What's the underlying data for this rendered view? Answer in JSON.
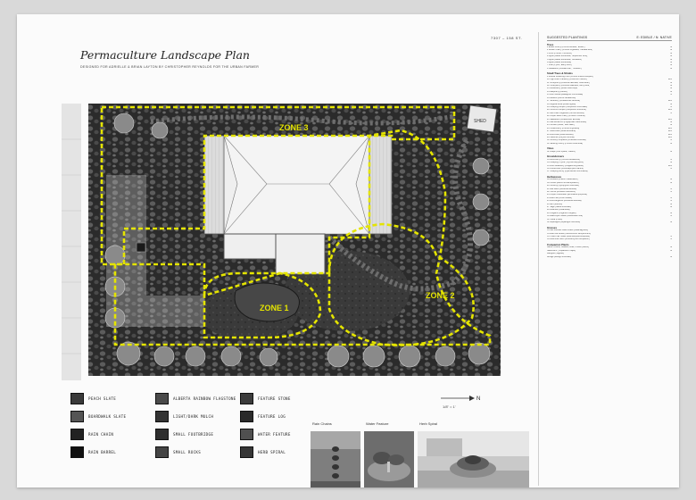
{
  "header": {
    "title": "Permaculture Landscape Plan",
    "subtitle": "DESIGNED FOR ADRIELLE & BRIAN LAYTON BY CHRISTOPHER REYNOLDS FOR THE URBAN FARMER",
    "address": "7307 – 158 ST."
  },
  "plan": {
    "zones": [
      "ZONE 1",
      "ZONE 2",
      "ZONE 3"
    ],
    "shed_label": "SHED"
  },
  "legend": {
    "items": [
      {
        "label": "PEACH SLATE"
      },
      {
        "label": "BOARDWALK SLATE"
      },
      {
        "label": "RAIN CHAIN"
      },
      {
        "label": "RAIN BARREL"
      },
      {
        "label": "ALBERTA RAINBOW FLAGSTONE"
      },
      {
        "label": "LIGHT/DARK MULCH"
      },
      {
        "label": "SMALL FOOTBRIDGE"
      },
      {
        "label": "SMALL ROCKS"
      },
      {
        "label": "FEATURE STONE"
      },
      {
        "label": "FEATURE LOG"
      },
      {
        "label": "WATER FEATURE"
      },
      {
        "label": "HERB SPIRAL"
      }
    ]
  },
  "scale": {
    "text": "1/8\" = 1'",
    "north": "N"
  },
  "photos": [
    "Rain Chains",
    "Water Feature",
    "Herb Spiral"
  ],
  "plantings": {
    "title": "SUGGESTED PLANTINGS",
    "legend": "E: EDIBLE / N: NATIVE",
    "categories": [
      {
        "name": "Trees",
        "items": [
          [
            "1  Evans Cherry (Prunus cerasus, 'Evans')",
            "E"
          ],
          [
            "2  Dream Cherry (Prunus virginiana, 'Canada Red')",
            "E"
          ],
          [
            "3  Plum (Prunus, 'Pembina')",
            "E"
          ],
          [
            "4  Apple (Malus domestica, 'September Ruby')",
            "E"
          ],
          [
            "5  Apple (Malus domestica, 'Goodland')",
            "E"
          ],
          [
            "6  Apple (Malus domestica)",
            "E"
          ],
          [
            "7  Pear (Pyrus, 'Early Gold')",
            "E"
          ],
          [
            "8  Saskatoon (Amelanchier, 'Thiessen')",
            "E"
          ]
        ]
      },
      {
        "name": "Small Trees & Shrubs",
        "items": [
          [
            "9  Double Flowering Plum (Prunus triloba multiplex)",
            ""
          ],
          [
            "10 High Bush Cranberry (Viburnum trilobum)",
            "E/N"
          ],
          [
            "11 Honeyberry (Lonicera caerulea, 'Blue Belle')",
            "E"
          ],
          [
            "12 Honeyberry (Lonicera caerulea, 'Berry Blue')",
            "E"
          ],
          [
            "13 Gooseberry (Ribes uva-crispa)",
            "E"
          ],
          [
            "14 Raspberry (Rubus)",
            "E"
          ],
          [
            "15 Wolf Willow (Elaeagnus commutata)",
            "N"
          ],
          [
            "16 Redbud (Cercis canadensis)",
            ""
          ],
          [
            "17 Juneberry (Amelanchier alnifolia)",
            "E/N"
          ],
          [
            "18 Rugosa Rose (Rosa rugosa)",
            "E"
          ],
          [
            "19 Creeping Juniper (Juniperus horizontalis)",
            "N"
          ],
          [
            "20 Common Juniper (Juniperus communis)",
            "E/N"
          ],
          [
            "21 Red Osier Dogwood (Cornus sericea)",
            "N"
          ],
          [
            "22 Purple Sand Cherry (Prunus x cistena)",
            ""
          ],
          [
            "23 Saskatoon (Amelanchier alnifolia)",
            "E/N"
          ],
          [
            "24 Sea Buckthorn (Hippophae rhamnoides)",
            "E"
          ],
          [
            "25 Currant (Ribes, 'Red Lake')",
            "E"
          ],
          [
            "26 Chokecherry (Prunus virginiana)",
            "E/N"
          ],
          [
            "27 Rosa Rose (Rosa acicularis)",
            "E/N"
          ],
          [
            "28 Wild Rose (Rosa woodsii)",
            "E/N"
          ],
          [
            "29 Hazelnut (Corylus cornuta)",
            "E/N"
          ],
          [
            "30 Shrubby Cinquefoil (Potentilla fruticosa)",
            "N"
          ],
          [
            "31 Nanking Cherry (Prunus tomentosa)",
            "E"
          ]
        ]
      },
      {
        "name": "Vines",
        "items": [
          [
            "32 Grape (Vitis riparia, 'Valiant')",
            "E"
          ]
        ]
      },
      {
        "name": "Groundcovers",
        "items": [
          [
            "33 Bunchberry (Cornus canadensis)",
            "N"
          ],
          [
            "34 Creeping Thyme (Thymus serpyllum)",
            "E"
          ],
          [
            "35 Wild Strawberry (Fragaria virginiana)",
            "E/N"
          ],
          [
            "36 Kinnikinnick (Arctostaphylos uva-ursi)",
            "N"
          ],
          [
            "37 Creeping Jenny (Lysimachia nummularia)",
            ""
          ]
        ]
      },
      {
        "name": "Herbaceous",
        "items": [
          [
            "38 Rhubarb (Rheum rhabarbarum)",
            "E"
          ],
          [
            "39 Chives (Allium schoenoprasum)",
            "E"
          ],
          [
            "40 Comfrey (Symphytum officinale)",
            ""
          ],
          [
            "41 Bee Balm (Monarda fistulosa)",
            "N"
          ],
          [
            "42 Yarrow (Achillea millefolium)",
            "N"
          ],
          [
            "43 Purple Coneflower (Echinacea purpurea)",
            ""
          ],
          [
            "44 Blue Flax (Linum lewisii)",
            "N"
          ],
          [
            "45 Wild Bergamot (Monarda fistulosa)",
            "N"
          ],
          [
            "46 Mint (Mentha)",
            "E"
          ],
          [
            "47 Sage (Salvia officinalis)",
            "E"
          ],
          [
            "48 Lavender (Lavandula)",
            ""
          ],
          [
            "49 Oregano (Origanum vulgare)",
            "E"
          ],
          [
            "50 Black-eyed Susan (Rudbeckia hirta)",
            "N"
          ],
          [
            "51 Hosta (Hosta)",
            ""
          ],
          [
            "52 Asparagus (Asparagus officinalis)",
            "E"
          ]
        ]
      },
      {
        "name": "Grasses",
        "items": [
          [
            "53 Karl Foerster Reed Grass (Calamagrostis)",
            ""
          ],
          [
            "54 Blue Oat Grass (Helictotrichon sempervirens)",
            ""
          ],
          [
            "55 Tufted Hair Grass (Deschampsia cespitosa)",
            "N"
          ],
          [
            "56 Little Blue Stem (Schizachyrium scoparium)",
            "N"
          ]
        ]
      },
      {
        "name": "Companion Plants",
        "items": [
          [
            "Garlic, Onions, Shallots, Leek, Chives (Allium)",
            "E"
          ],
          [
            "Nasturtium (Tropaeolum majus)",
            "E"
          ],
          [
            "Marigold (Tagetes)",
            ""
          ],
          [
            "Borage (Borago officinalis)",
            "E"
          ]
        ]
      }
    ]
  }
}
